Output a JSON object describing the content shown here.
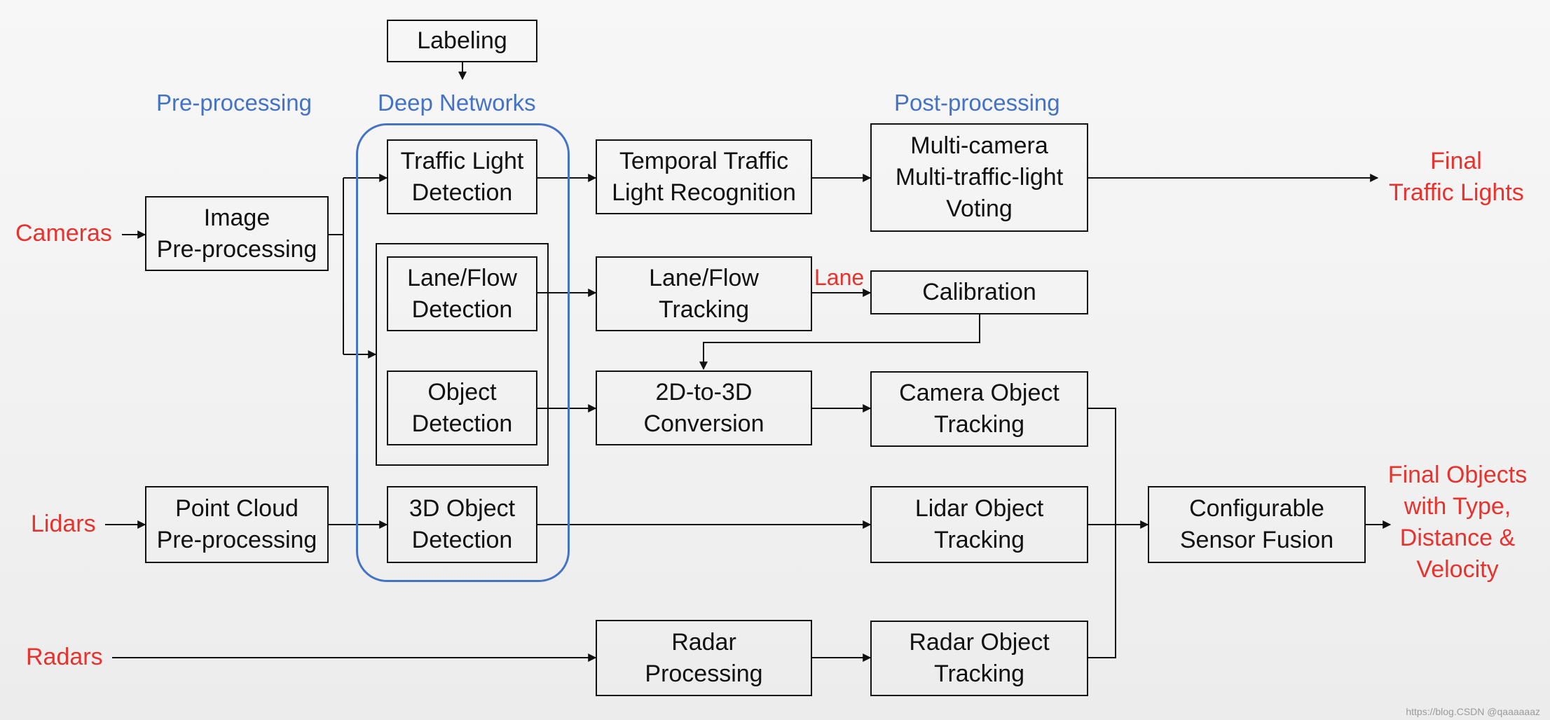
{
  "stages": {
    "pre_processing": "Pre-processing",
    "deep_networks": "Deep Networks",
    "post_processing": "Post-processing"
  },
  "inputs": {
    "cameras": "Cameras",
    "lidars": "Lidars",
    "radars": "Radars"
  },
  "outputs": {
    "final_traffic_lights": [
      "Final",
      "Traffic Lights"
    ],
    "final_objects": [
      "Final Objects",
      "with Type,",
      "Distance &",
      "Velocity"
    ]
  },
  "edge_labels": {
    "lane": "Lane"
  },
  "boxes": {
    "labeling": [
      "Labeling"
    ],
    "image_preprocessing": [
      "Image",
      "Pre-processing"
    ],
    "point_cloud_preprocessing": [
      "Point Cloud",
      "Pre-processing"
    ],
    "traffic_light_detection": [
      "Traffic Light",
      "Detection"
    ],
    "lane_flow_detection": [
      "Lane/Flow",
      "Detection"
    ],
    "object_detection": [
      "Object",
      "Detection"
    ],
    "object_3d_detection": [
      "3D Object",
      "Detection"
    ],
    "temporal_traffic_light_recognition": [
      "Temporal Traffic",
      "Light Recognition"
    ],
    "lane_flow_tracking": [
      "Lane/Flow",
      "Tracking"
    ],
    "conversion_2d_to_3d": [
      "2D-to-3D",
      "Conversion"
    ],
    "radar_processing": [
      "Radar",
      "Processing"
    ],
    "multi_camera_voting": [
      "Multi-camera",
      "Multi-traffic-light",
      "Voting"
    ],
    "calibration": [
      "Calibration"
    ],
    "camera_object_tracking": [
      "Camera Object",
      "Tracking"
    ],
    "lidar_object_tracking": [
      "Lidar Object",
      "Tracking"
    ],
    "radar_object_tracking": [
      "Radar Object",
      "Tracking"
    ],
    "configurable_sensor_fusion": [
      "Configurable",
      "Sensor Fusion"
    ]
  },
  "watermark": "https://blog.CSDN @qaaaaaaz",
  "colors": {
    "stage": "#4472c4",
    "io": "#e8322d",
    "line": "#111111"
  }
}
